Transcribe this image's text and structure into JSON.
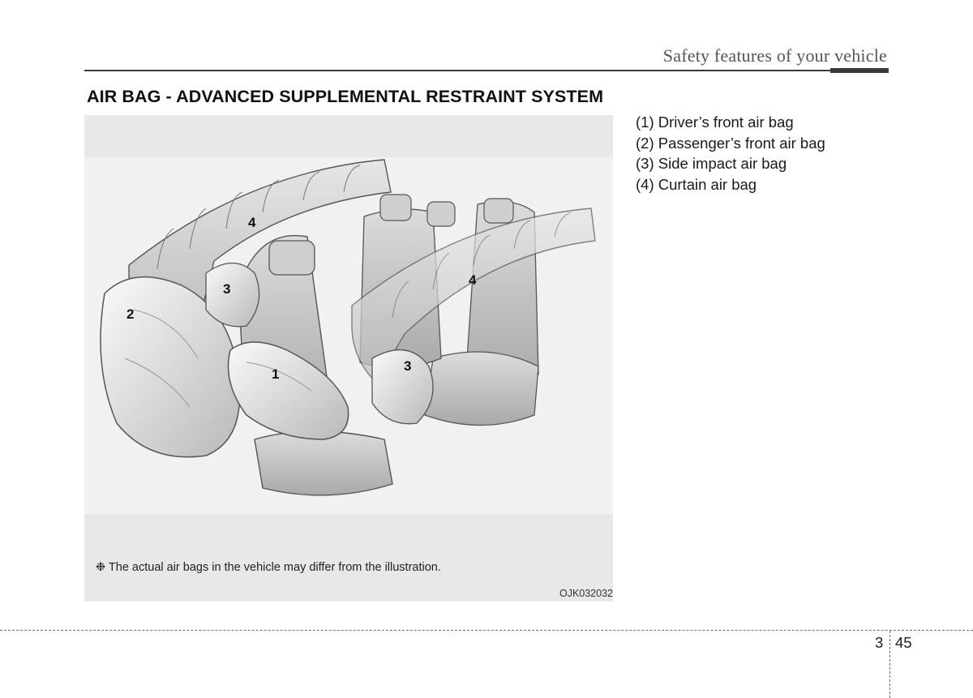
{
  "header": {
    "title": "Safety features of your vehicle"
  },
  "section": {
    "heading": "AIR BAG - ADVANCED SUPPLEMENTAL RESTRAINT SYSTEM"
  },
  "figure": {
    "callouts": {
      "driver_front": "1",
      "passenger_front": "2",
      "side_impact_left": "3",
      "side_impact_right": "3",
      "curtain_left": "4",
      "curtain_right": "4"
    },
    "note": "❉ The actual air bags in the vehicle may differ from the illustration.",
    "code": "OJK032032"
  },
  "legend": {
    "items": [
      "(1) Driver’s front air bag",
      "(2) Passenger’s front air bag",
      "(3) Side impact air bag",
      "(4) Curtain air bag"
    ]
  },
  "footer": {
    "chapter": "3",
    "page": "45"
  }
}
